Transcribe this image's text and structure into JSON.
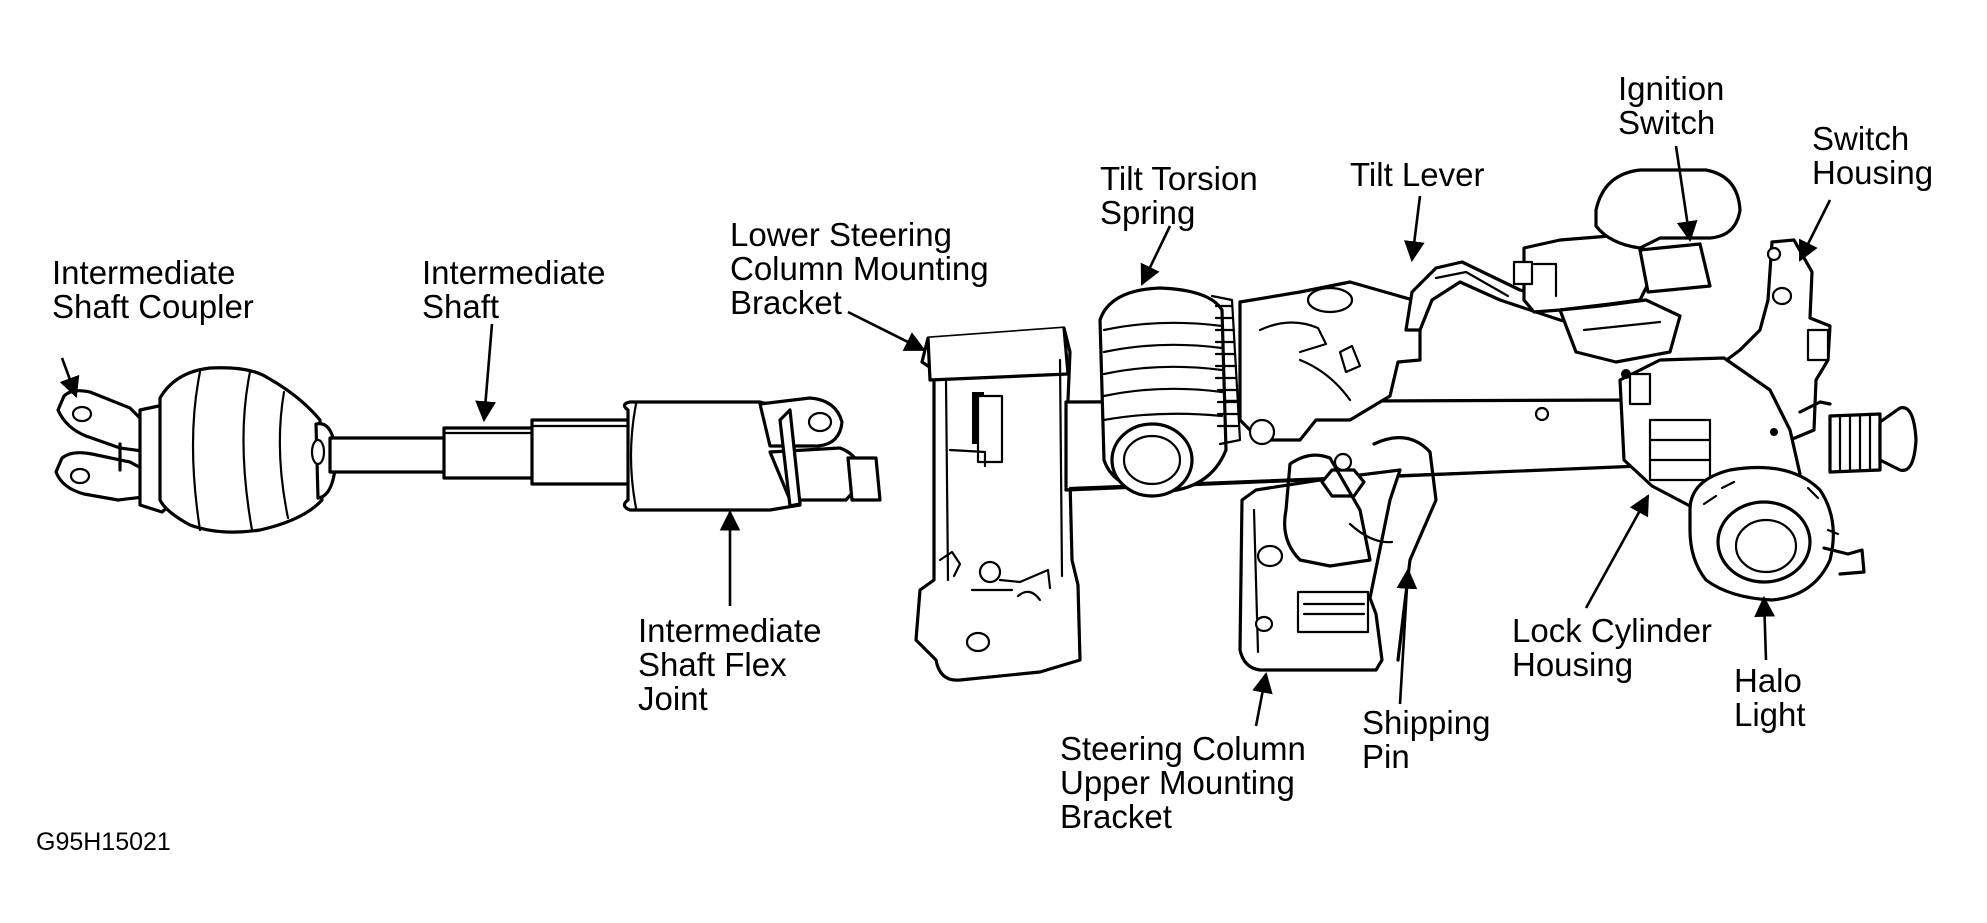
{
  "figure_id": "G95H15021",
  "labels": {
    "intermediate_shaft_coupler": [
      "Intermediate",
      "Shaft Coupler"
    ],
    "intermediate_shaft": [
      "Intermediate",
      "Shaft"
    ],
    "lower_steering_column_mounting_bracket": [
      "Lower Steering",
      "Column Mounting",
      "Bracket"
    ],
    "tilt_torsion_spring": [
      "Tilt Torsion",
      "Spring"
    ],
    "tilt_lever": [
      "Tilt Lever"
    ],
    "ignition_switch": [
      "Ignition",
      "Switch"
    ],
    "switch_housing": [
      "Switch",
      "Housing"
    ],
    "intermediate_shaft_flex_joint": [
      "Intermediate",
      "Shaft Flex",
      "Joint"
    ],
    "steering_column_upper_mounting_bracket": [
      "Steering Column",
      "Upper Mounting",
      "Bracket"
    ],
    "shipping_pin": [
      "Shipping",
      "Pin"
    ],
    "lock_cylinder_housing": [
      "Lock Cylinder",
      "Housing"
    ],
    "halo_light": [
      "Halo",
      "Light"
    ]
  }
}
